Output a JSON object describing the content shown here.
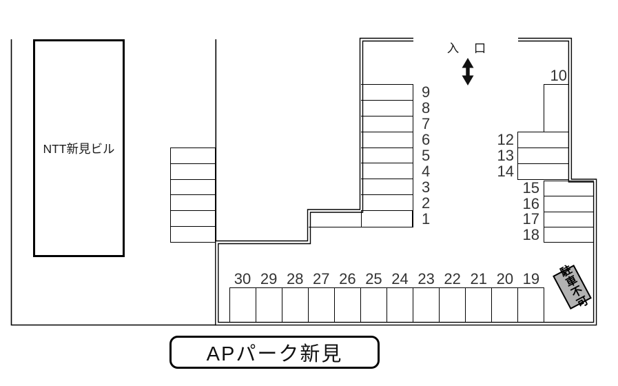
{
  "title": "APパーク新見",
  "building": {
    "label": "NTT新見ビル"
  },
  "entrance": {
    "label": "入　口"
  },
  "no_parking": {
    "label": "駐車不可"
  },
  "colors": {
    "line": "#000000",
    "label": "#333333",
    "no_parking_fill": "#b2b2b2",
    "background": "#ffffff"
  },
  "spaces": {
    "main_column": [
      "9",
      "8",
      "7",
      "6",
      "5",
      "4",
      "3",
      "2"
    ],
    "space_1": "1",
    "space_10": "10",
    "right_upper": [
      "12",
      "13",
      "14"
    ],
    "right_lower": [
      "15",
      "16",
      "17",
      "18"
    ],
    "bottom_row": [
      "30",
      "29",
      "28",
      "27",
      "26",
      "25",
      "24",
      "23",
      "22",
      "21",
      "20",
      "19"
    ]
  }
}
